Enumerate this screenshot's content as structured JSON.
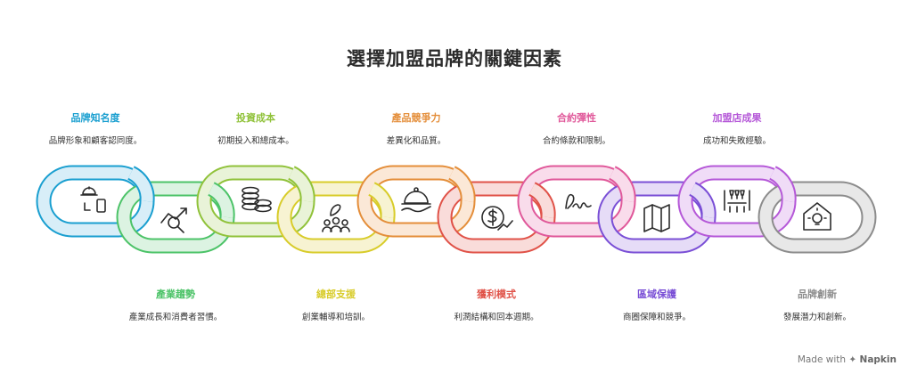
{
  "title": "選擇加盟品牌的關鍵因素",
  "items": [
    {
      "label": "品牌知名度",
      "desc": "品牌形象和顧客認同度。",
      "color": "#1a9fd0",
      "light": "#d8eef8",
      "icon": "delivery-icon"
    },
    {
      "label": "產業趨勢",
      "desc": "產業成長和消費者習慣。",
      "color": "#4cc368",
      "light": "#dcf3e2",
      "icon": "growth-chart-magnifier-icon"
    },
    {
      "label": "投資成本",
      "desc": "初期投入和總成本。",
      "color": "#90c23a",
      "light": "#e9f3d8",
      "icon": "coin-stacks-icon"
    },
    {
      "label": "總部支援",
      "desc": "創業輔導和培訓。",
      "color": "#d8cc2a",
      "light": "#f7f3d2",
      "icon": "team-support-icon"
    },
    {
      "label": "產品競爭力",
      "desc": "差異化和品質。",
      "color": "#e48e3a",
      "light": "#fbe8d7",
      "icon": "serving-cloche-icon"
    },
    {
      "label": "獲利模式",
      "desc": "利潤結構和回本週期。",
      "color": "#e05248",
      "light": "#f9dcda",
      "icon": "dollar-growth-icon"
    },
    {
      "label": "合約彈性",
      "desc": "合約條款和限制。",
      "color": "#e0589a",
      "light": "#f9dceb",
      "icon": "signature-icon"
    },
    {
      "label": "區域保護",
      "desc": "商圈保障和競爭。",
      "color": "#7a4fd6",
      "light": "#e6dcf7",
      "icon": "map-icon"
    },
    {
      "label": "加盟店成果",
      "desc": "成功和失敗經驗。",
      "color": "#b558d8",
      "light": "#f0dcf7",
      "icon": "restaurant-bar-icon"
    },
    {
      "label": "品牌創新",
      "desc": "發展潛力和創新。",
      "color": "#8c8c8c",
      "light": "#e8e8e8",
      "icon": "house-idea-icon"
    }
  ],
  "footer": {
    "prefix": "Made with",
    "brand": "Napkin"
  }
}
